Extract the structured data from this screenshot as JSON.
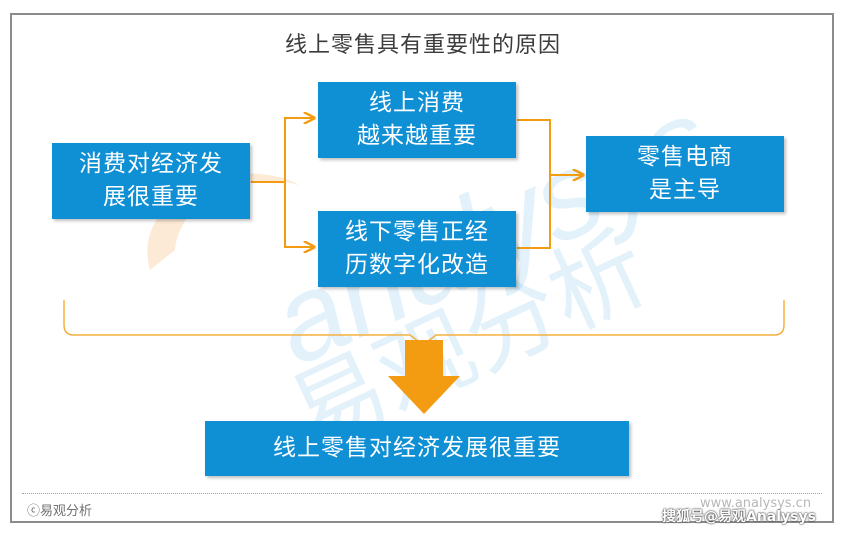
{
  "title": "线上零售具有重要性的原因",
  "nodes": {
    "left": [
      "消费对经济发",
      "展很重要"
    ],
    "top_middle": [
      "线上消费",
      "越来越重要"
    ],
    "bottom_middle": [
      "线下零售正经",
      "历数字化改造"
    ],
    "right": [
      "零售电商",
      "是主导"
    ],
    "conclusion": "线上零售对经济发展很重要"
  },
  "footer": {
    "brand": "ⓒ易观分析",
    "url": "www.analysys.cn",
    "source": "搜狐号@易观Analysys"
  },
  "watermark": {
    "latin": "analysys",
    "cjk": "易观分析"
  },
  "colors": {
    "box": "#0f8fd4",
    "arrow": "#f39c12",
    "brace": "#f5b041",
    "watermark_blue": "#7fc4ea",
    "watermark_orange": "#f6b26b"
  }
}
